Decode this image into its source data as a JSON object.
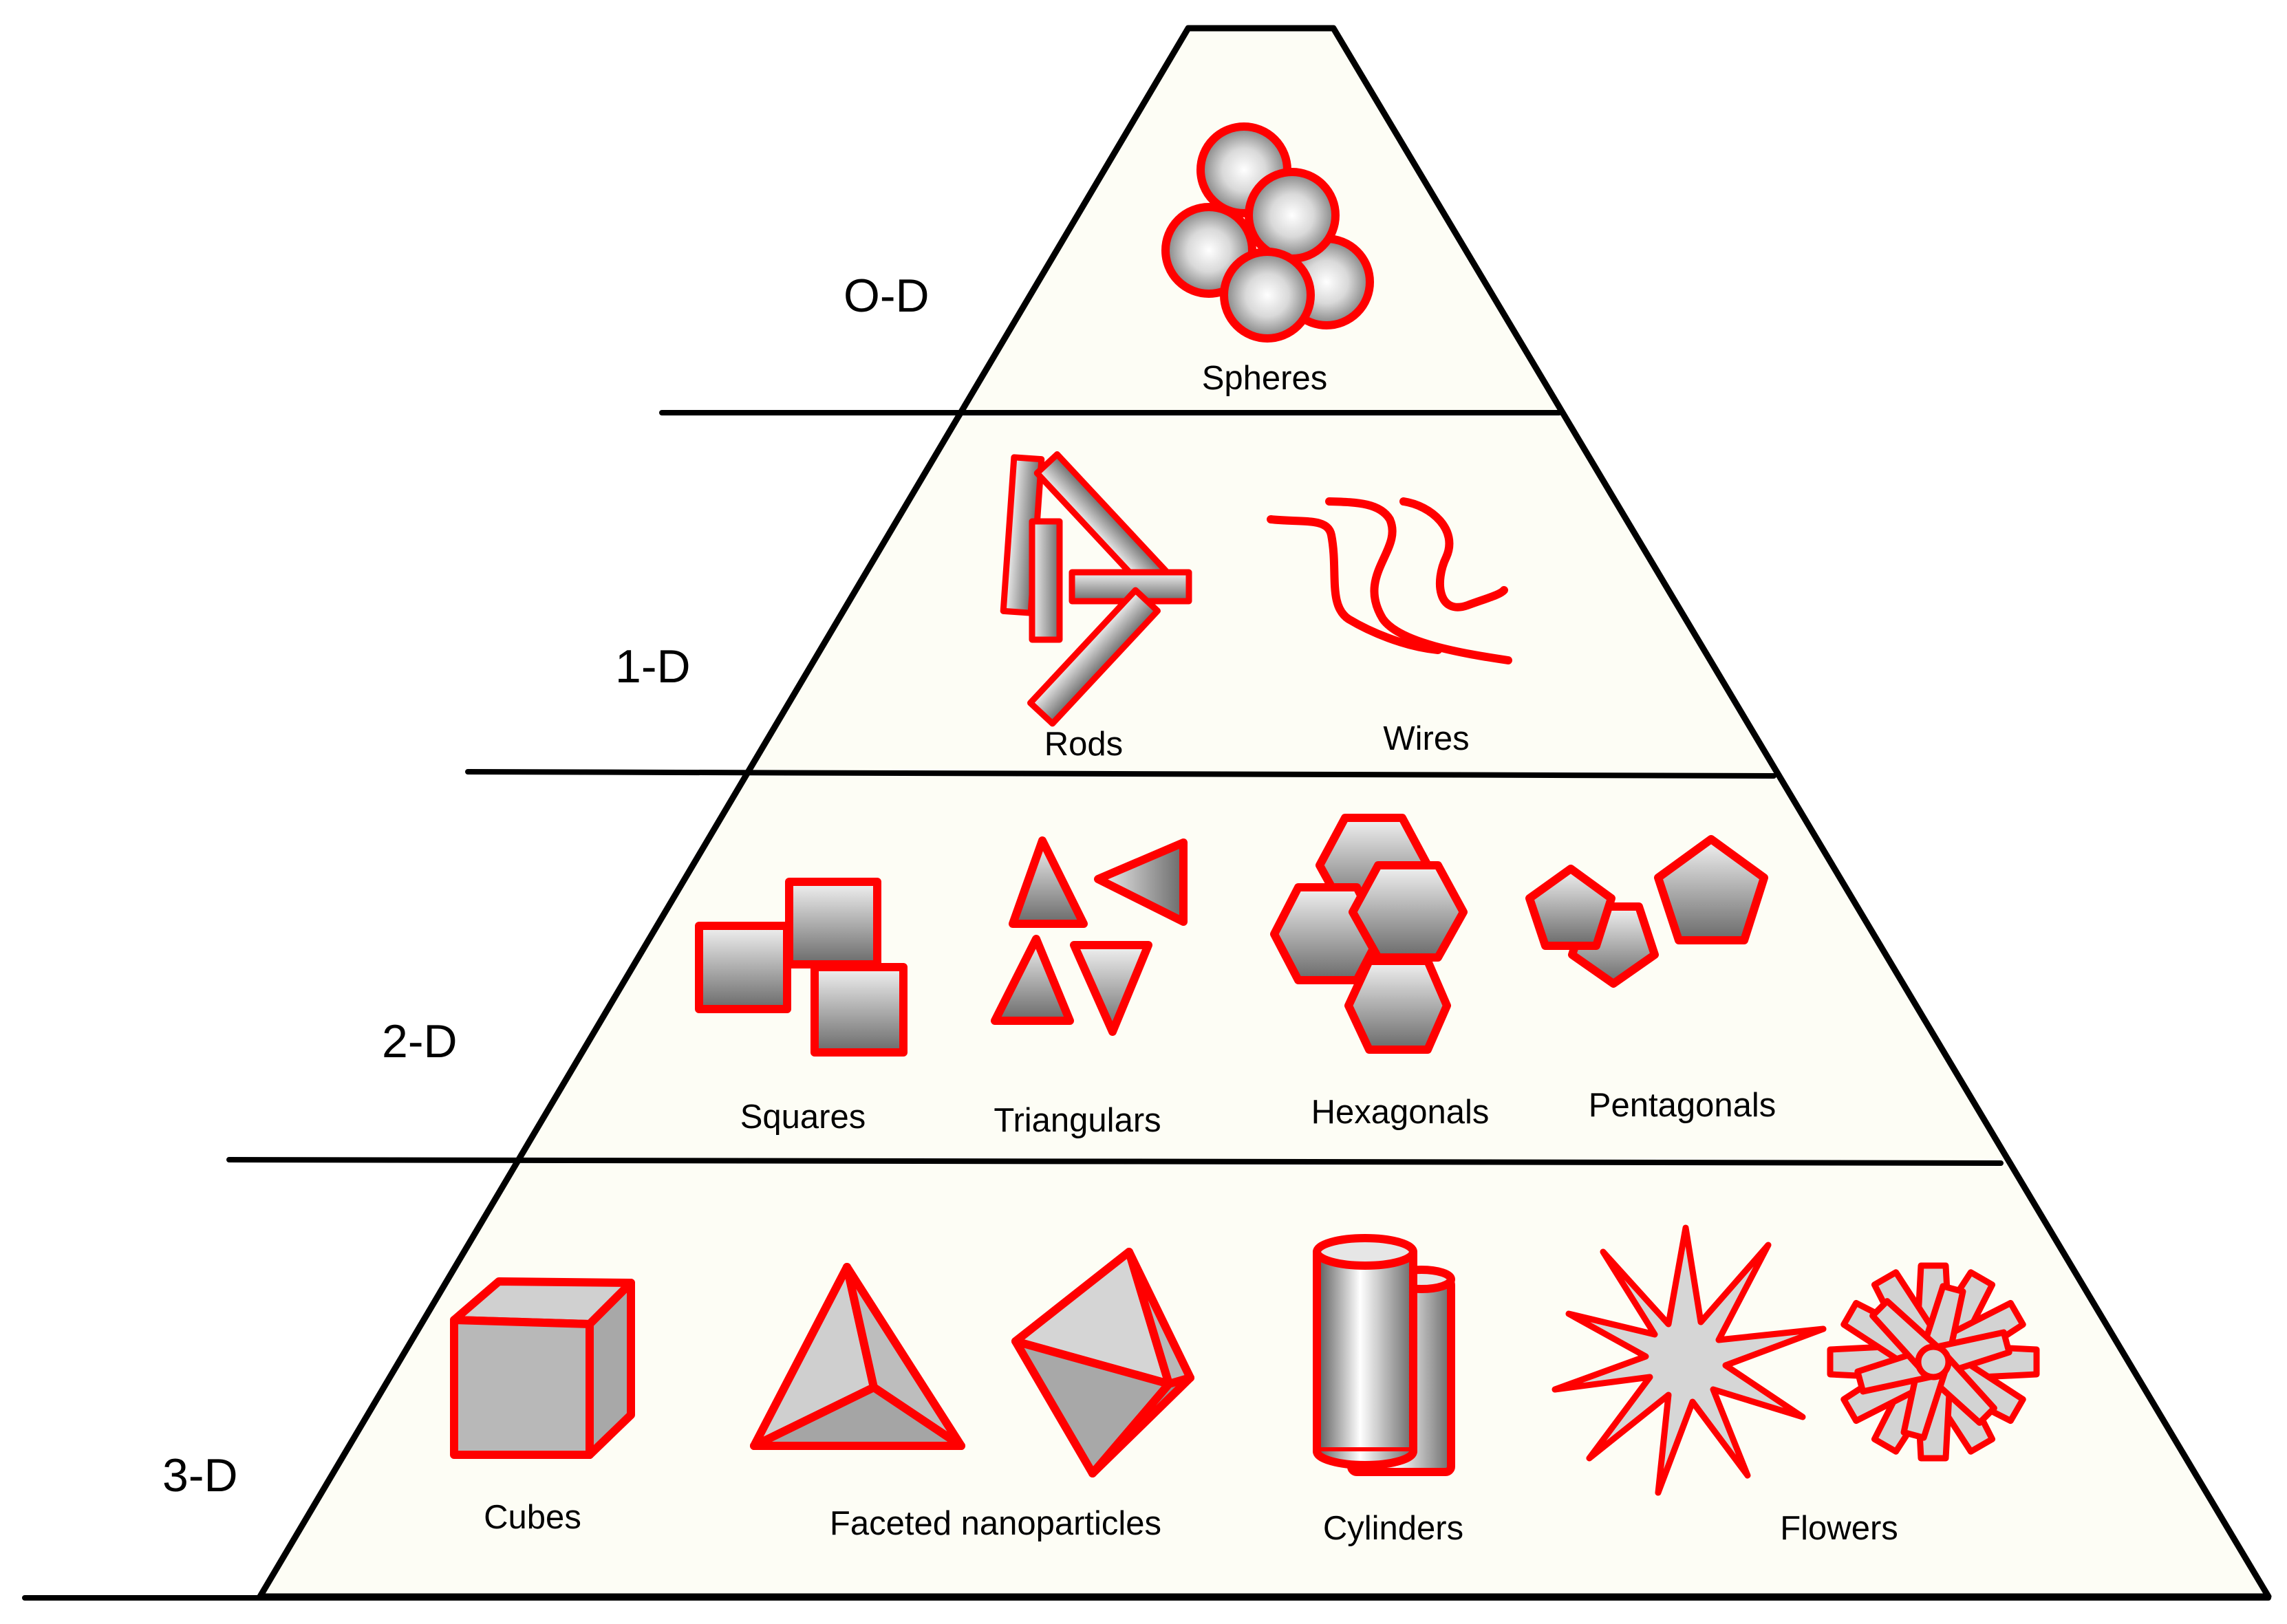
{
  "colors": {
    "outline": "#FF0000",
    "pyramid_fill": "#FDFDF5",
    "shape_fill": "gradient gray"
  },
  "tiers": [
    {
      "label": "O-D",
      "shapes": [
        "Spheres"
      ]
    },
    {
      "label": "1-D",
      "shapes": [
        "Rods",
        "Wires"
      ]
    },
    {
      "label": "2-D",
      "shapes": [
        "Squares",
        "Triangulars",
        "Hexagonals",
        "Pentagonals"
      ]
    },
    {
      "label": "3-D",
      "shapes": [
        "Cubes",
        "Faceted nanoparticles",
        "Cylinders",
        "Flowers"
      ]
    }
  ]
}
